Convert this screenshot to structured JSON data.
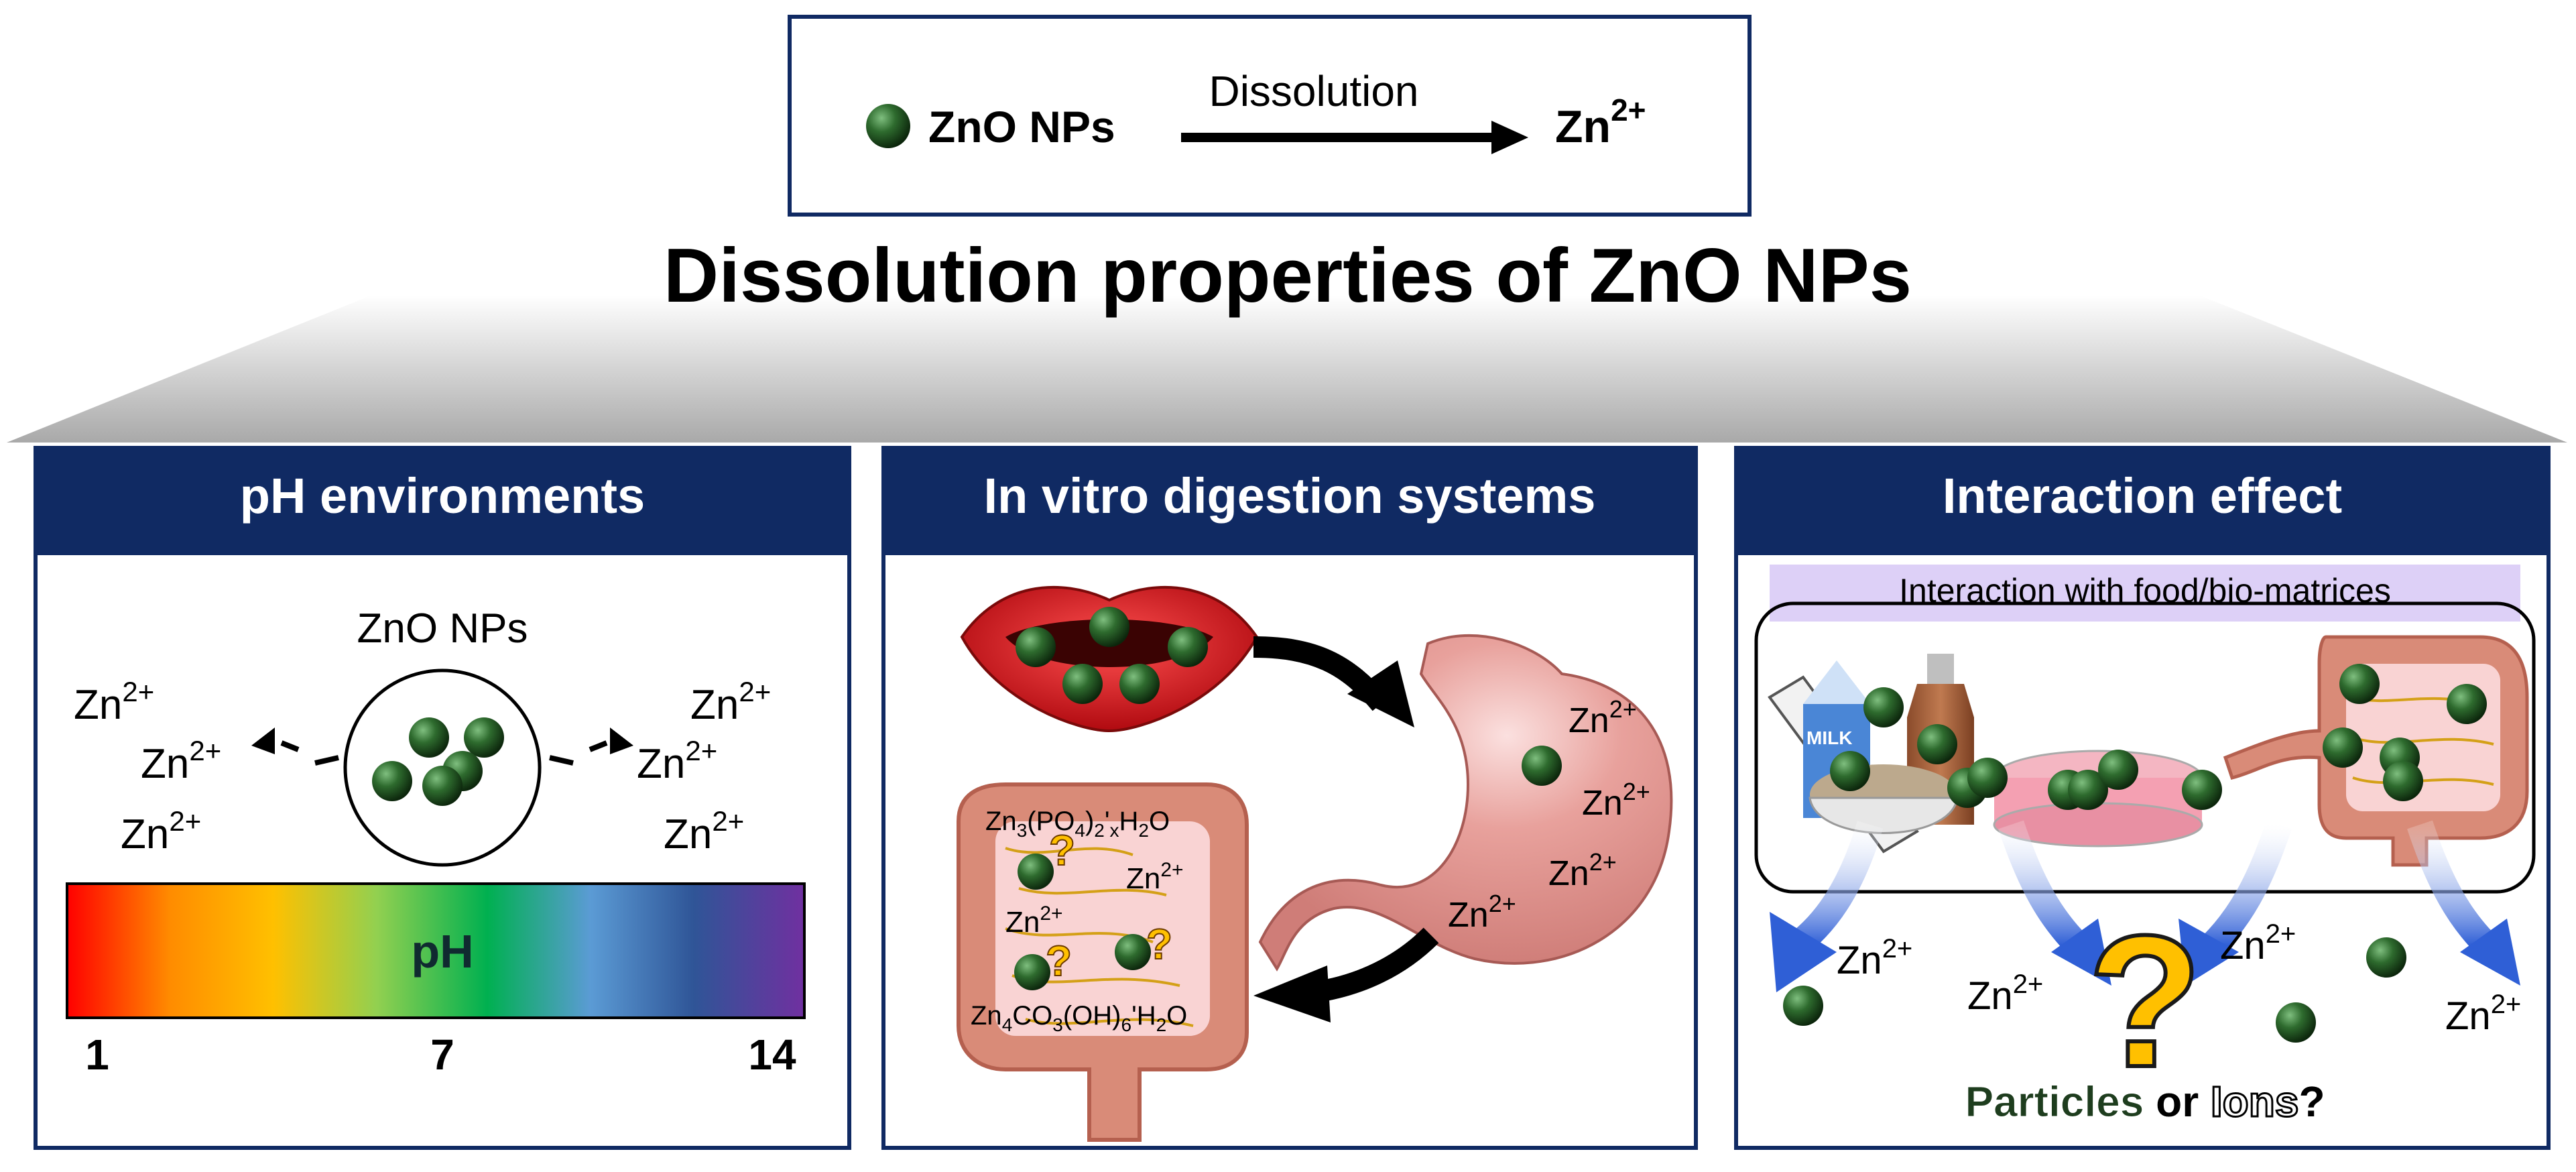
{
  "header": {
    "reactant": "ZnO NPs",
    "process": "Dissolution",
    "product_base": "Zn",
    "product_charge": "2+"
  },
  "title": "Dissolution properties of ZnO NPs",
  "ion": {
    "base": "Zn",
    "charge": "2+"
  },
  "panels": [
    {
      "title": "pH environments",
      "cluster_label": "ZnO NPs",
      "bar_label": "pH",
      "ticks": [
        "1",
        "7",
        "14"
      ],
      "gradient_colors": [
        "#ff0000",
        "#ff8c00",
        "#ffc000",
        "#92d050",
        "#00b050",
        "#5b9bd5",
        "#2f5597",
        "#7030a0"
      ]
    },
    {
      "title": "In vitro digestion systems",
      "formula_phosphate": {
        "a": "Zn",
        "b": "3",
        "c": "(PO",
        "d": "4",
        "e": ")",
        "f": "2",
        "g": "'",
        "h": "x",
        "i": "H",
        "j": "2",
        "k": "O"
      },
      "formula_carbonate": {
        "a": "Zn",
        "b": "4",
        "c": "CO",
        "d": "3",
        "e": "(OH)",
        "f": "6",
        "g": "'H",
        "h": "2",
        "i": "O"
      },
      "question": "?"
    },
    {
      "title": "Interaction effect",
      "banner": "Interaction with food/bio-matrices",
      "milk_label": "MILK",
      "question": "?",
      "footer_particles": "Particles",
      "footer_or": "or",
      "footer_ions": "Ions",
      "footer_q": "?"
    }
  ],
  "colors": {
    "navy": "#102a63",
    "np_dark": "#1e4d1e",
    "lip_red": "#d9141b",
    "organ_pink": "#dd8f8a",
    "intestine_outline": "#b5604f",
    "gold_line": "#d4a017",
    "question_yellow": "#ffc000",
    "lavender": "#ddd0f7",
    "arrow_blue": "#2f5fd6"
  }
}
